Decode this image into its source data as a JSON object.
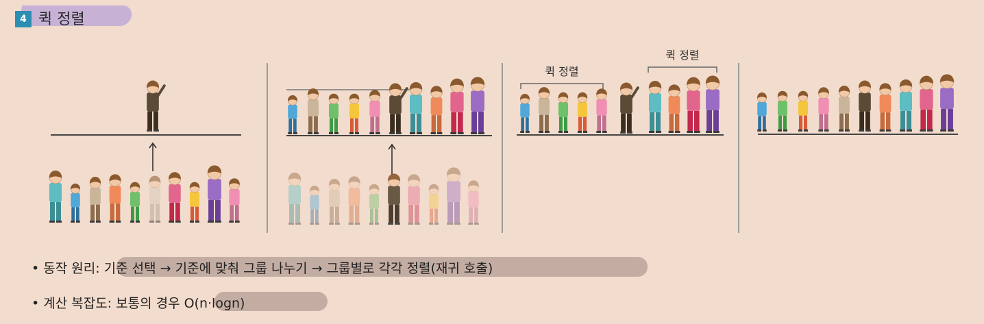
{
  "section": {
    "number": "4",
    "title": "퀵 정렬"
  },
  "scene": {
    "panel3_labels": [
      "퀵 정렬",
      "퀵 정렬"
    ],
    "panels": [
      {
        "caption": "",
        "people": [
          {
            "shirt": "#5dbdc2",
            "pants": "#3d8f96",
            "h": 1.0
          },
          {
            "shirt": "#4fa8d8",
            "pants": "#2f6f9c",
            "h": 0.75
          },
          {
            "shirt": "#c9b59a",
            "pants": "#8d6d4d",
            "h": 0.88
          },
          {
            "shirt": "#f08a5a",
            "pants": "#c86a3c",
            "h": 0.93
          },
          {
            "shirt": "#6fc06a",
            "pants": "#3e9a45",
            "h": 0.78
          },
          {
            "shirt": "#d8cbb8",
            "pants": "#b8a893",
            "h": 0.9
          },
          {
            "shirt": "#e2658e",
            "pants": "#c2294d",
            "h": 0.97
          },
          {
            "shirt": "#f5c63b",
            "pants": "#d85a36",
            "h": 0.78
          },
          {
            "shirt": "#9a6cc4",
            "pants": "#6a3f99",
            "h": 1.1
          },
          {
            "shirt": "#f08fb3",
            "pants": "#c06f8f",
            "h": 0.85
          }
        ]
      },
      {
        "caption": "",
        "people": [
          {
            "shirt": "#4fa8d8",
            "pants": "#2f6f9c",
            "h": 0.75
          },
          {
            "shirt": "#c9b59a",
            "pants": "#8d6d4d",
            "h": 0.88
          },
          {
            "shirt": "#6fc06a",
            "pants": "#3e9a45",
            "h": 0.78
          },
          {
            "shirt": "#f5c63b",
            "pants": "#d85a36",
            "h": 0.78
          },
          {
            "shirt": "#f08fb3",
            "pants": "#c06f8f",
            "h": 0.85
          },
          {
            "shirt": "#5a4a36",
            "pants": "#3a2e20",
            "h": 0.98
          },
          {
            "shirt": "#5dbdc2",
            "pants": "#3d8f96",
            "h": 1.0
          },
          {
            "shirt": "#f08a5a",
            "pants": "#c86a3c",
            "h": 0.93
          },
          {
            "shirt": "#e2658e",
            "pants": "#c2294d",
            "h": 1.07
          },
          {
            "shirt": "#9a6cc4",
            "pants": "#6a3f99",
            "h": 1.1
          }
        ]
      }
    ]
  },
  "bullets": [
    {
      "text": "• 동작 원리: 기준 선택 → 기준에 맞춰 그룹 나누기 → 그룹별로 각각 정렬(재귀 호출)"
    },
    {
      "text": "• 계산 복잡도: 보통의 경우 O(n·logn)"
    }
  ],
  "colors": {
    "background": "#f2dccd",
    "header_pill": "#c7b2d6",
    "number_box": "#2c8fb1",
    "highlight": "#c3ada3",
    "pivot_shirt": "#5a4a36"
  }
}
